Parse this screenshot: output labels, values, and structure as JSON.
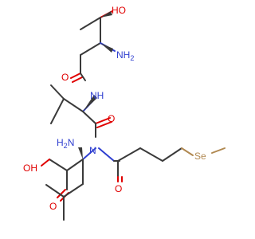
{
  "molecule": {
    "labels": {
      "ho": "HO",
      "nh2_top": "NH",
      "nh2_top_sub": "2",
      "o_thr": "O",
      "nh_amide": "NH",
      "o_val": "O",
      "h2n": "H",
      "h2n_sub": "2",
      "h2n_n": "N",
      "n_tert": "N",
      "oh_acid": "OH",
      "o_acid": "O",
      "o_acyl": "O",
      "se": "Se"
    },
    "colors": {
      "bond": "#3a3a3a",
      "oxygen": "#e00000",
      "nitrogen": "#2f3fd0",
      "selenium": "#b08850"
    }
  }
}
